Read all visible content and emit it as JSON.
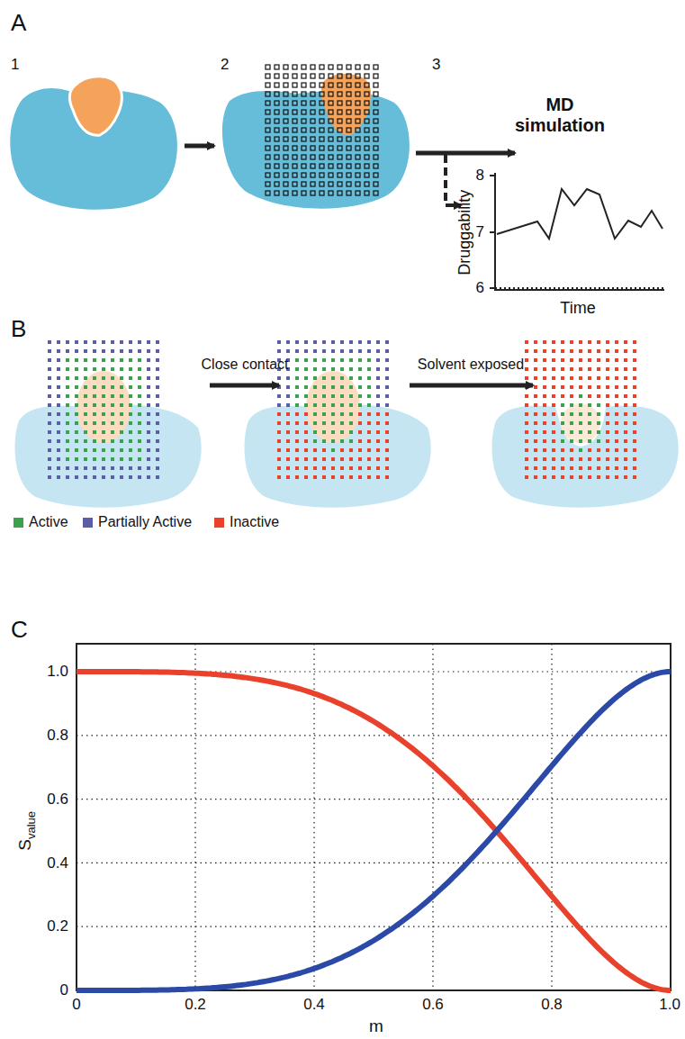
{
  "diagram": {
    "labels": [
      "A",
      "1",
      "2",
      "3",
      "MD simulation",
      "8",
      "7",
      "6",
      "Druggability",
      "Time",
      "B",
      "Close contact",
      "Solvent exposed",
      "C",
      "1.0",
      "0.8",
      "0.6",
      "0.4",
      "0.2",
      "0",
      "0",
      "0.2",
      "0.4",
      "0.6",
      "0.8",
      "1.0",
      "m",
      "S",
      "value"
    ],
    "legend": [
      {
        "text": "Active",
        "color": "#3aa24a"
      },
      {
        "text": "Partially Active",
        "color": "#5b5ea6"
      },
      {
        "text": "Inactive",
        "color": "#e8412c"
      }
    ]
  }
}
